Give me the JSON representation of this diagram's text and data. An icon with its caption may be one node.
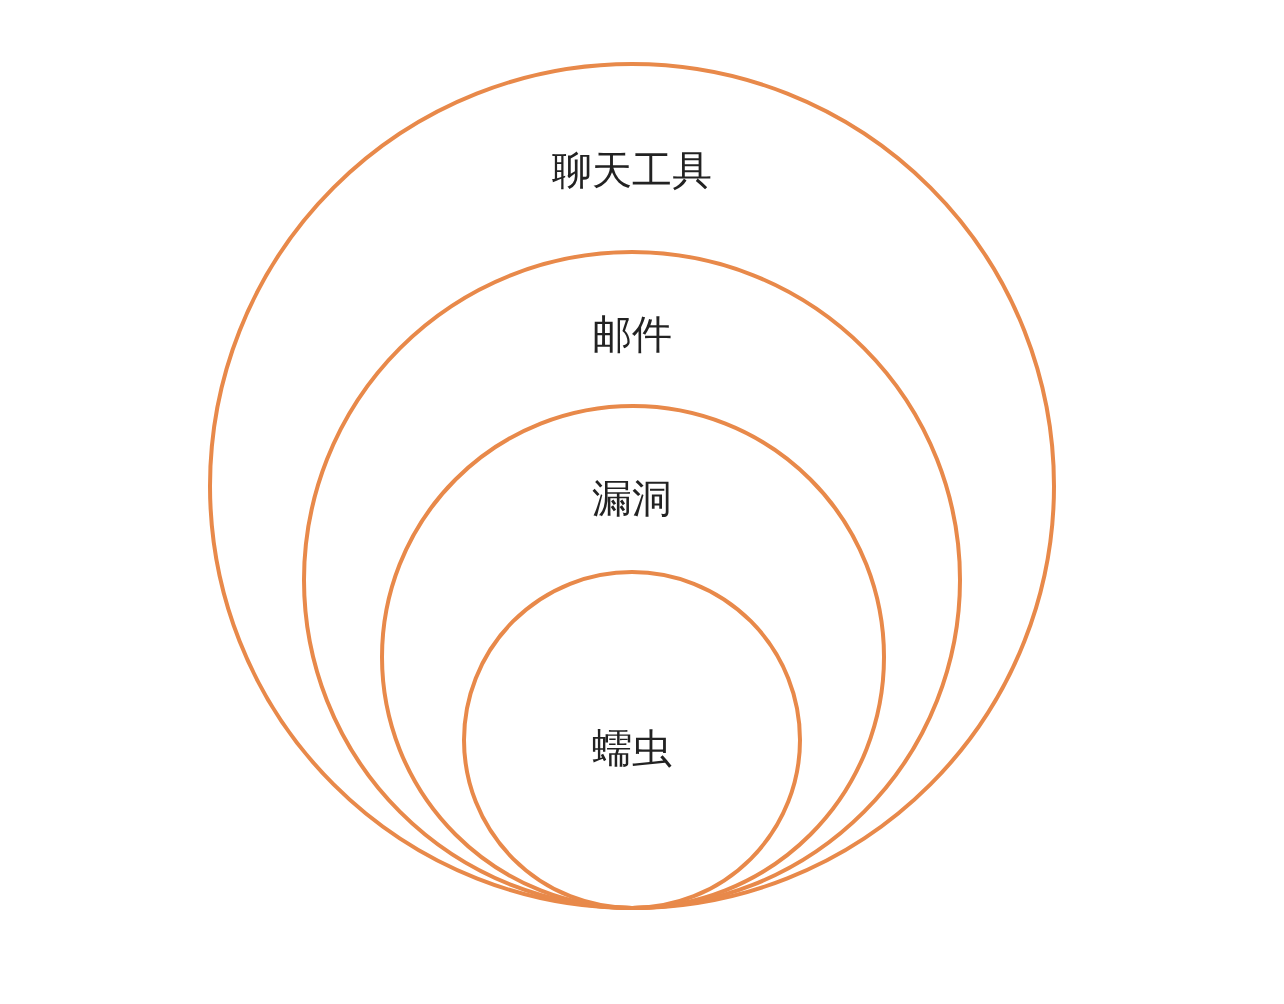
{
  "diagram": {
    "nodes": [
      {
        "text": [
          "聊天工具"
        ]
      },
      {
        "text": [
          "邮件"
        ],
        "in": 0
      },
      {
        "text": [
          "漏洞"
        ],
        "in": 1
      },
      {
        "text": [
          "蠕虫"
        ],
        "in": 2
      }
    ]
  }
}
